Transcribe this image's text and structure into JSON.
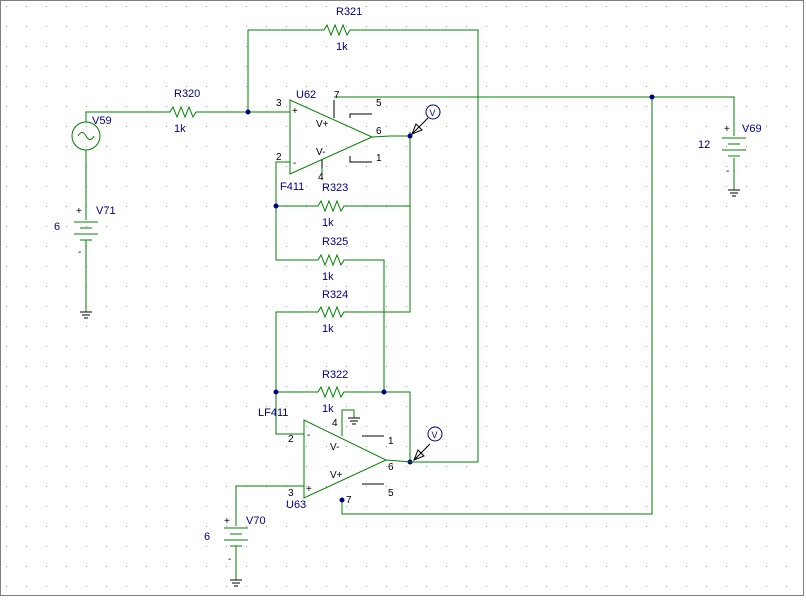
{
  "colors": {
    "wire": "#008000",
    "label": "#000080",
    "pin": "#000000",
    "grid": "#b0b0b0",
    "border": "#808080"
  },
  "components": {
    "R321": {
      "ref": "R321",
      "value": "1k"
    },
    "R320": {
      "ref": "R320",
      "value": "1k"
    },
    "R323": {
      "ref": "R323",
      "value": "1k"
    },
    "R325": {
      "ref": "R325",
      "value": "1k"
    },
    "R324": {
      "ref": "R324",
      "value": "1k"
    },
    "R322": {
      "ref": "R322",
      "value": "1k"
    },
    "V59": {
      "ref": "V59"
    },
    "V71": {
      "ref": "V71",
      "value": "6",
      "plus": "+",
      "minus": "-"
    },
    "V69": {
      "ref": "V69",
      "value": "12",
      "plus": "+",
      "minus": "-"
    },
    "V70": {
      "ref": "V70",
      "value": "6",
      "plus": "+",
      "minus": "-"
    },
    "U62": {
      "ref": "U62",
      "part": "F411",
      "pins": [
        "3",
        "2",
        "7",
        "5",
        "6",
        "1",
        "4"
      ],
      "vplus": "V+",
      "vminus": "V-",
      "plus": "+",
      "minus": "-"
    },
    "U63": {
      "ref": "U63",
      "part": "LF411",
      "pins": [
        "2",
        "3",
        "4",
        "1",
        "6",
        "5",
        "7"
      ],
      "vplus": "V+",
      "vminus": "V-",
      "plus": "+",
      "minus": "-"
    },
    "probe1": {
      "label": "V"
    },
    "probe2": {
      "label": "V"
    }
  }
}
